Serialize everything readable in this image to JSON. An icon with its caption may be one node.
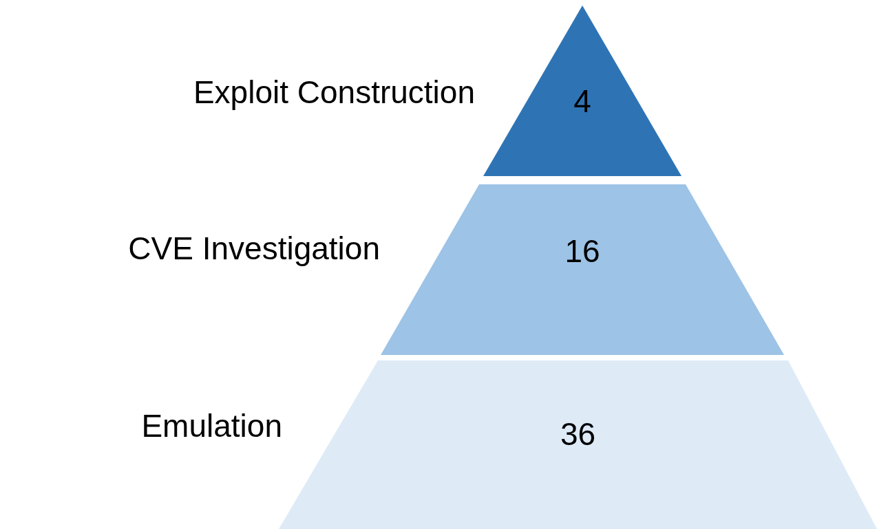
{
  "diagram": {
    "nodes": [
      {
        "text": [
          "4"
        ],
        "beside": [
          "Exploit Construction"
        ]
      },
      {
        "text": [
          "16"
        ],
        "beside": [
          "CVE Investigation"
        ]
      },
      {
        "text": [
          "36"
        ],
        "beside": [
          "Emulation"
        ]
      }
    ]
  }
}
